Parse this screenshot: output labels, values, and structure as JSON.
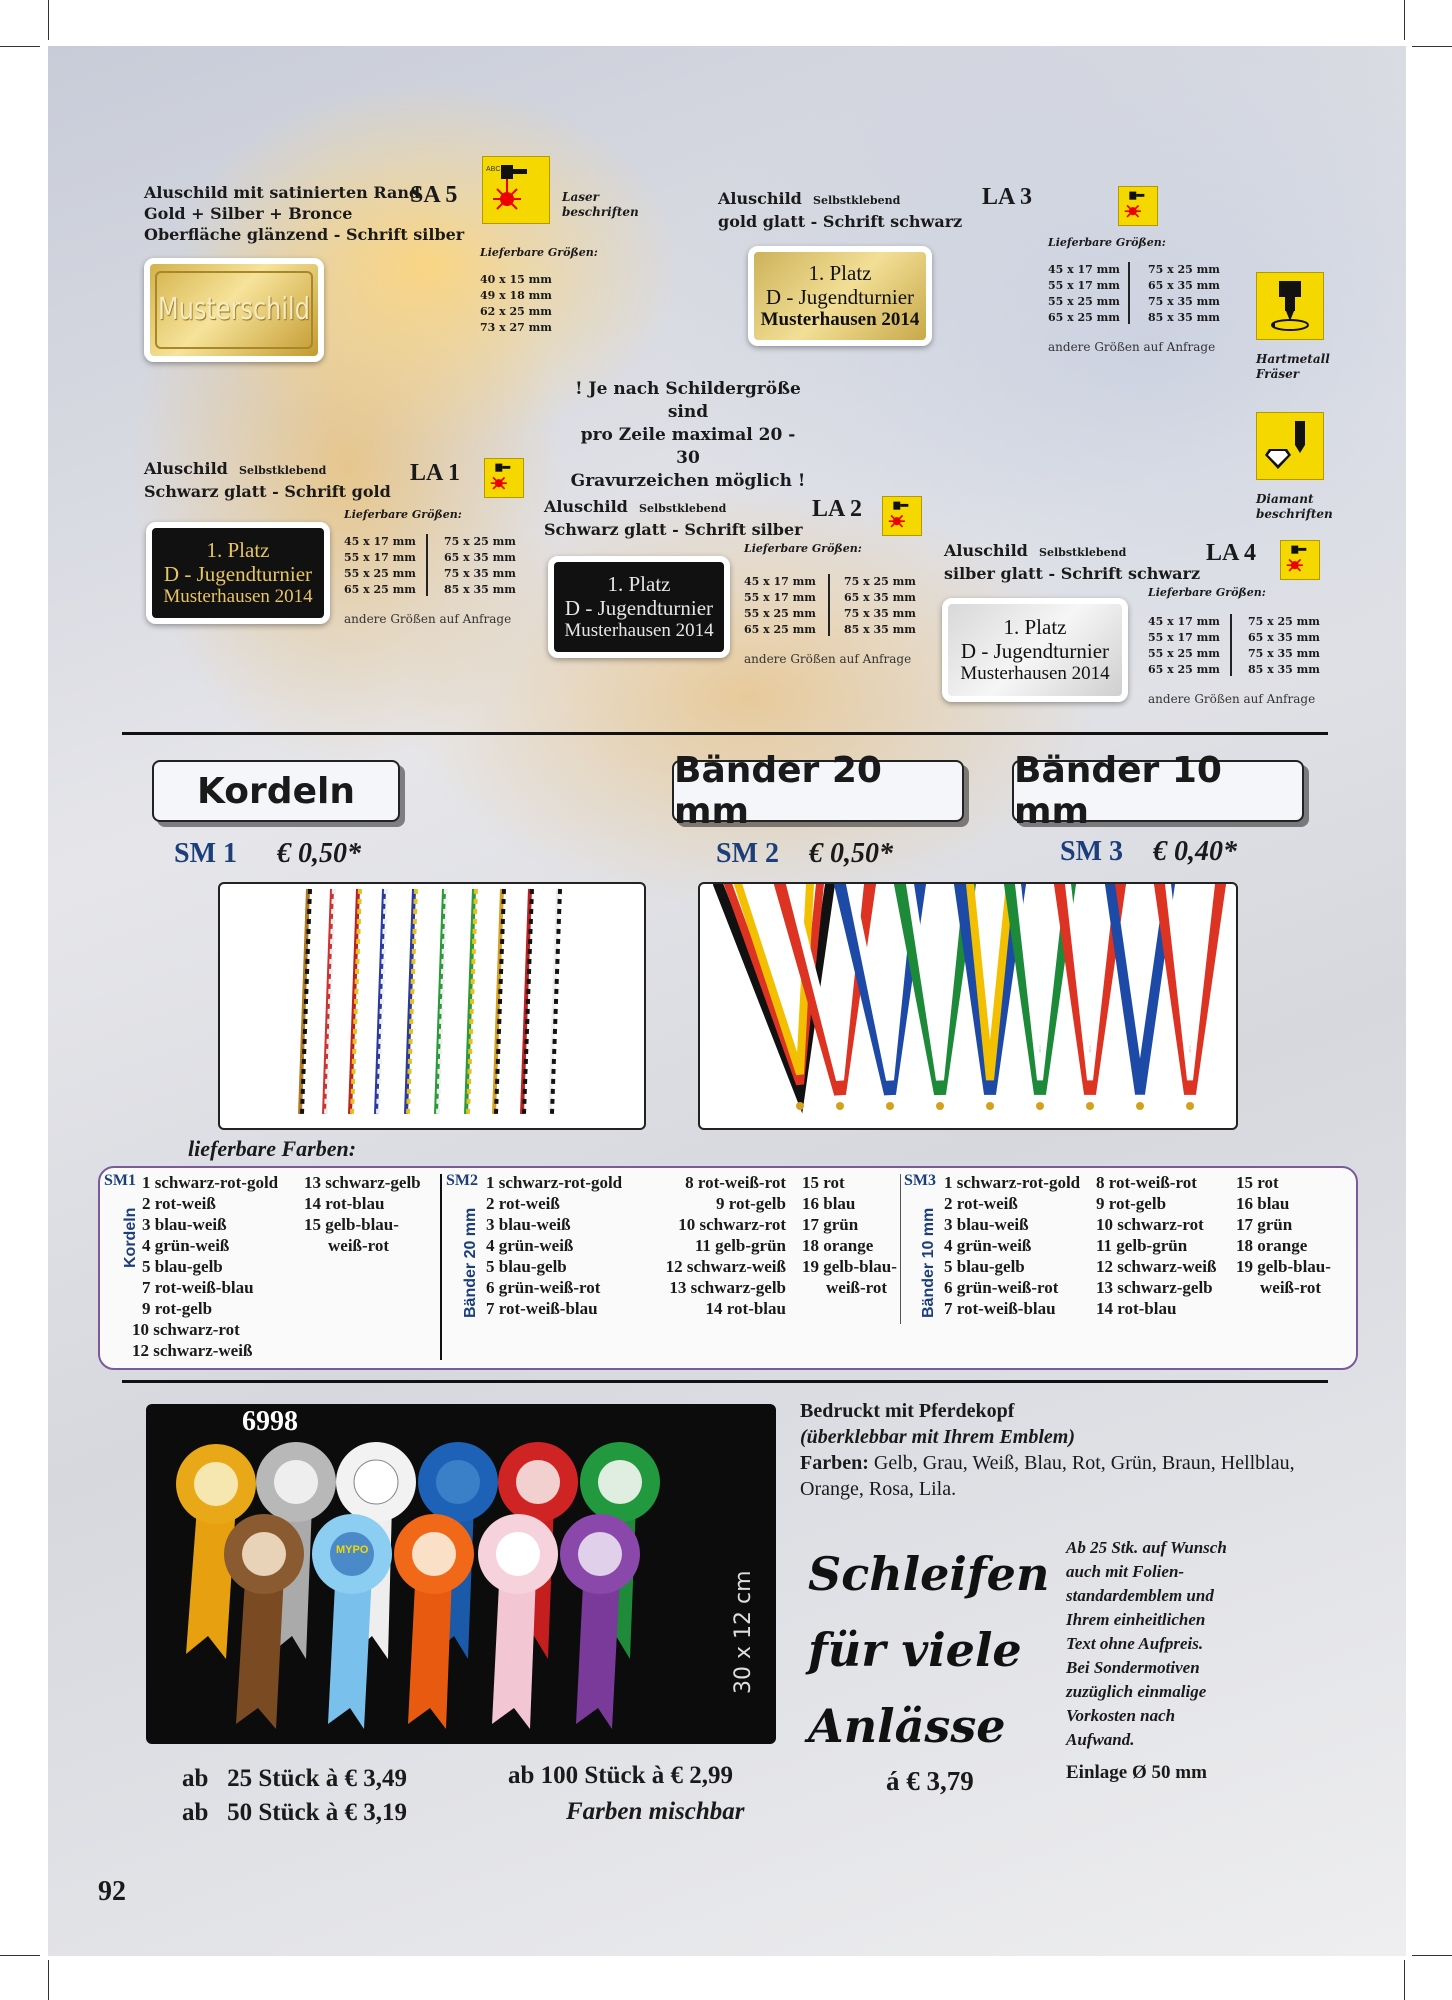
{
  "page_number": "92",
  "sa5": {
    "desc": [
      "Aluschild mit satinierten Rand",
      "Gold + Silber + Bronce",
      "Oberfläche glänzend  -  Schrift silber"
    ],
    "code": "SA 5",
    "laser_label": [
      "Laser",
      "beschriften"
    ],
    "sizes_title": "Lieferbare Größen:",
    "sizes": [
      "40 x 15 mm",
      "49 x 18 mm",
      "62 x 25 mm",
      "73 x 27 mm"
    ],
    "plate": "Musterschild"
  },
  "la3": {
    "name": "Aluschild",
    "sub": "Selbstklebend",
    "desc": "gold glatt - Schrift schwarz",
    "code": "LA 3",
    "sizes_title": "Lieferbare Größen:",
    "sizes_left": [
      "45 x 17 mm",
      "55 x 17 mm",
      "55 x 25 mm",
      "65 x 25 mm"
    ],
    "sizes_right": [
      "75 x 25 mm",
      "65 x 35 mm",
      "75 x 35 mm",
      "85 x 35 mm"
    ],
    "more": "andere Größen auf Anfrage",
    "plate": [
      "1. Platz",
      "D - Jugendturnier",
      "Musterhausen 2014"
    ]
  },
  "icons": {
    "hartmetall": [
      "Hartmetall",
      "Fräser"
    ],
    "diamant": [
      "Diamant",
      "beschriften"
    ]
  },
  "note": [
    "! Je nach Schildergröße sind",
    "pro Zeile maximal 20 - 30",
    "Gravurzeichen möglich !"
  ],
  "la1": {
    "name": "Aluschild",
    "sub": "Selbstklebend",
    "desc": "Schwarz glatt - Schrift gold",
    "code": "LA 1",
    "sizes_title": "Lieferbare Größen:",
    "sizes_left": [
      "45 x 17 mm",
      "55 x 17 mm",
      "55 x 25 mm",
      "65 x 25 mm"
    ],
    "sizes_right": [
      "75 x 25 mm",
      "65 x 35 mm",
      "75 x 35 mm",
      "85 x 35 mm"
    ],
    "more": "andere Größen auf Anfrage",
    "plate": [
      "1. Platz",
      "D - Jugendturnier",
      "Musterhausen 2014"
    ]
  },
  "la2": {
    "name": "Aluschild",
    "sub": "Selbstklebend",
    "desc": "Schwarz glatt - Schrift silber",
    "code": "LA 2",
    "sizes_title": "Lieferbare Größen:",
    "sizes_left": [
      "45 x 17 mm",
      "55 x 17 mm",
      "55 x 25 mm",
      "65 x 25 mm"
    ],
    "sizes_right": [
      "75 x 25 mm",
      "65 x 35 mm",
      "75 x 35 mm",
      "85 x 35 mm"
    ],
    "more": "andere Größen auf Anfrage",
    "plate": [
      "1. Platz",
      "D - Jugendturnier",
      "Musterhausen 2014"
    ]
  },
  "la4": {
    "name": "Aluschild",
    "sub": "Selbstklebend",
    "desc": "silber glatt - Schrift schwarz",
    "code": "LA 4",
    "sizes_title": "Lieferbare Größen:",
    "sizes_left": [
      "45 x 17 mm",
      "55 x 17 mm",
      "55 x 25 mm",
      "65 x 25 mm"
    ],
    "sizes_right": [
      "75 x 25 mm",
      "65 x 35 mm",
      "75 x 35 mm",
      "85 x 35 mm"
    ],
    "more": "andere Größen auf Anfrage",
    "plate": [
      "1. Platz",
      "D - Jugendturnier",
      "Musterhausen 2014"
    ]
  },
  "categories": {
    "kordeln": "Kordeln",
    "baender20": "Bänder 20 mm",
    "baender10": "Bänder 10 mm"
  },
  "prices": {
    "sm1": {
      "code": "SM 1",
      "price": "€ 0,50*"
    },
    "sm2": {
      "code": "SM 2",
      "price": "€ 0,50*"
    },
    "sm3": {
      "code": "SM 3",
      "price": "€ 0,40*"
    }
  },
  "colors_title": "lieferbare Farben:",
  "sm1": {
    "code": "SM1",
    "label": "Kordeln",
    "col1": [
      "1 schwarz-rot-gold",
      "2 rot-weiß",
      "3 blau-weiß",
      "4 grün-weiß",
      "5 blau-gelb",
      "7 rot-weiß-blau",
      "9 rot-gelb",
      "10 schwarz-rot",
      "12 schwarz-weiß"
    ],
    "col2": [
      "13 schwarz-gelb",
      "14 rot-blau",
      "15 gelb-blau-",
      "weiß-rot"
    ]
  },
  "sm2": {
    "code": "SM2",
    "label": "Bänder 20 mm",
    "col1": [
      "1 schwarz-rot-gold",
      "2 rot-weiß",
      "3 blau-weiß",
      "4 grün-weiß",
      "5 blau-gelb",
      "6 grün-weiß-rot",
      "7 rot-weiß-blau"
    ],
    "col2": [
      "8 rot-weiß-rot",
      "9 rot-gelb",
      "10 schwarz-rot",
      "11 gelb-grün",
      "12 schwarz-weiß",
      "13 schwarz-gelb",
      "14 rot-blau"
    ],
    "col3": [
      "15 rot",
      "16 blau",
      "17 grün",
      "18 orange",
      "19 gelb-blau-",
      "weiß-rot"
    ]
  },
  "sm3": {
    "code": "SM3",
    "label": "Bänder 10 mm",
    "col1": [
      "1 schwarz-rot-gold",
      "2 rot-weiß",
      "3 blau-weiß",
      "4 grün-weiß",
      "5 blau-gelb",
      "6 grün-weiß-rot",
      "7 rot-weiß-blau"
    ],
    "col2": [
      "8 rot-weiß-rot",
      "9 rot-gelb",
      "10 schwarz-rot",
      "11 gelb-grün",
      "12 schwarz-weiß",
      "13 schwarz-gelb",
      "14 rot-blau"
    ],
    "col3": [
      "15 rot",
      "16 blau",
      "17 grün",
      "18 orange",
      "19 gelb-blau-",
      "weiß-rot"
    ]
  },
  "rosettes": {
    "number": "6998",
    "size": "30 x 12 cm",
    "badge": "MYPO",
    "title": "Bedruckt mit Pferdekopf",
    "subtitle": "(überklebbar mit Ihrem Emblem)",
    "colors_label": "Farben:",
    "colors_text": "Gelb, Grau, Weiß, Blau, Rot, Grün, Braun, Hellblau, Orange, Rosa, Lila.",
    "script": [
      "Schleifen",
      "für viele",
      "Anlässe"
    ],
    "info": [
      "Ab 25 Stk. auf Wunsch",
      "auch mit Folien-",
      "standardemblem und",
      "Ihrem einheitlichen",
      "Text ohne Aufpreis.",
      "Bei Sondermotiven",
      "zuzüglich einmalige",
      "Vorkosten nach",
      "Aufwand."
    ],
    "einlage": "Einlage Ø 50 mm",
    "price_rows": [
      {
        "ab": "ab",
        "qty": "25 Stück à € 3,49"
      },
      {
        "ab": "ab",
        "qty": "50 Stück à € 3,19"
      }
    ],
    "price_100": "ab 100 Stück à € 2,99",
    "mischbar": "Farben mischbar",
    "single_price": "á € 3,79"
  },
  "colors": {
    "icon_yellow": "#f5d800",
    "blue_code": "#1c3f7a",
    "purple_border": "#7a5a9a"
  }
}
